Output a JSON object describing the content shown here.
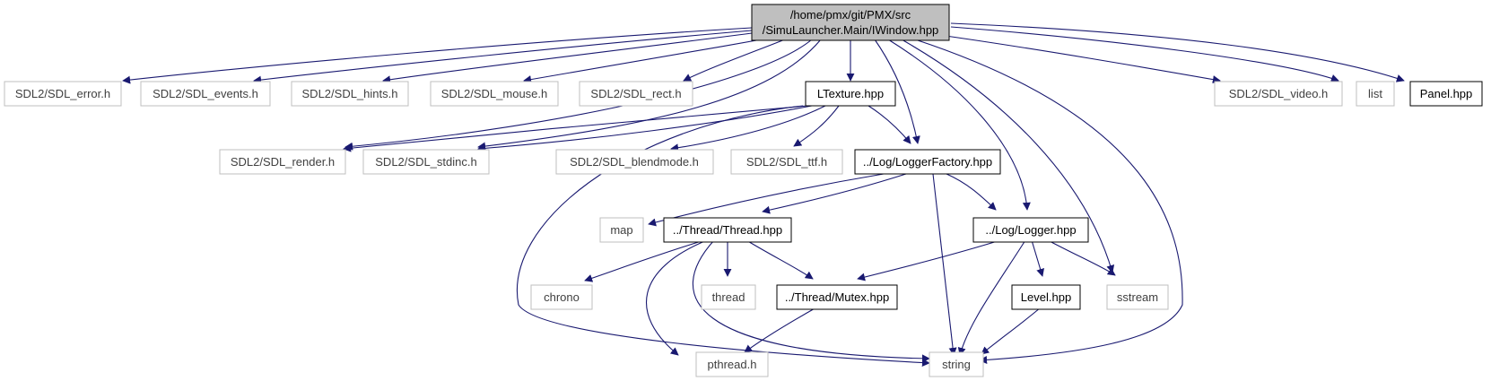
{
  "graph": {
    "root": {
      "line1": "/home/pmx/git/PMX/src",
      "line2": "/SimuLauncher.Main/IWindow.hpp"
    },
    "nodes": {
      "sdl_error": "SDL2/SDL_error.h",
      "sdl_events": "SDL2/SDL_events.h",
      "sdl_hints": "SDL2/SDL_hints.h",
      "sdl_mouse": "SDL2/SDL_mouse.h",
      "sdl_rect": "SDL2/SDL_rect.h",
      "ltexture": "LTexture.hpp",
      "sdl_video": "SDL2/SDL_video.h",
      "list": "list",
      "panel": "Panel.hpp",
      "sdl_render": "SDL2/SDL_render.h",
      "sdl_stdinc": "SDL2/SDL_stdinc.h",
      "sdl_blendmode": "SDL2/SDL_blendmode.h",
      "sdl_ttf": "SDL2/SDL_ttf.h",
      "logger_factory": "../Log/LoggerFactory.hpp",
      "map": "map",
      "thread_hpp": "../Thread/Thread.hpp",
      "logger": "../Log/Logger.hpp",
      "chrono": "chrono",
      "thread": "thread",
      "mutex": "../Thread/Mutex.hpp",
      "level": "Level.hpp",
      "sstream": "sstream",
      "pthread": "pthread.h",
      "string": "string"
    }
  },
  "colors": {
    "edge": "#191970",
    "root_fill": "#bfbfbf",
    "documented_border": "#000000",
    "external_border": "#bfbfbf",
    "external_text": "#3f3f3f"
  }
}
